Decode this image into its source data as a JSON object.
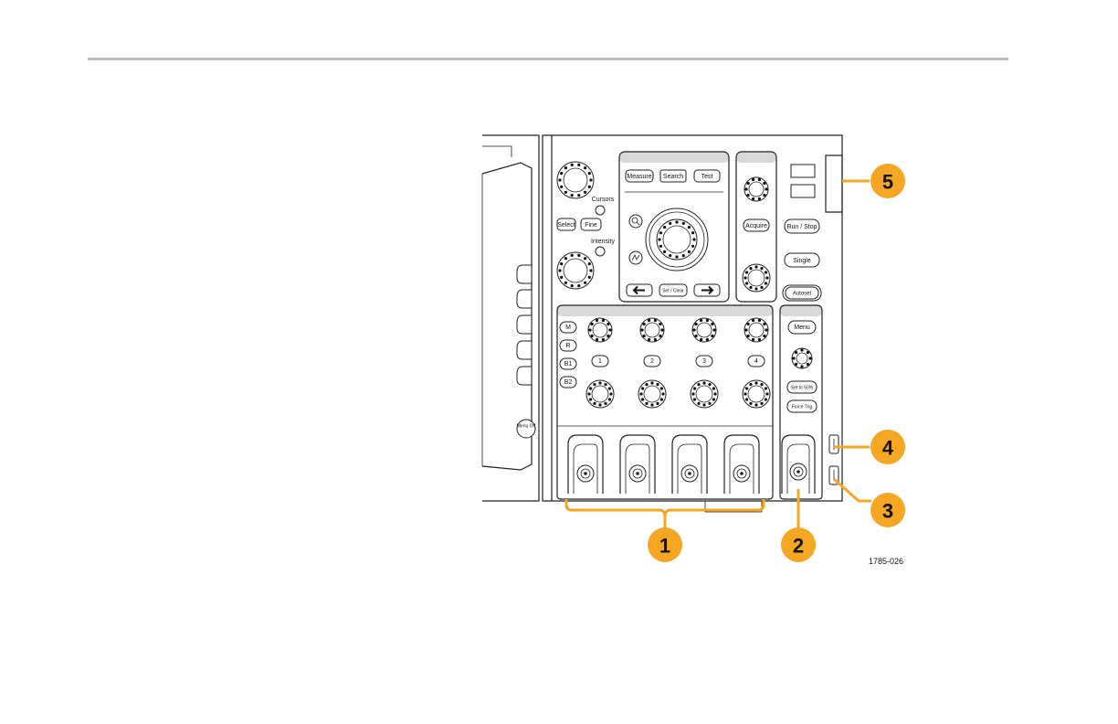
{
  "figure_id": "1785-026",
  "front_panel": {
    "cursors_label": "Cursors",
    "intensity_label": "Intensity",
    "select_button": "Select",
    "fine_button": "Fine",
    "measure_button": "Measure",
    "search_button": "Search",
    "test_button": "Test",
    "set_clear_button": "Set / Clear",
    "acquire_button": "Acquire",
    "run_stop_button": "Run / Stop",
    "single_button": "Single",
    "autoset_button": "Autoset",
    "menu_button": "Menu",
    "set_to_50_button": "Set to 50%",
    "force_trig_button": "Force Trig",
    "menu_off_button": "Menu Off",
    "math_ref_bus_buttons": [
      "M",
      "R",
      "B1",
      "B2"
    ],
    "channel_buttons": [
      "1",
      "2",
      "3",
      "4"
    ]
  },
  "callouts": [
    "1",
    "2",
    "3",
    "4",
    "5"
  ],
  "colors": {
    "callout": "#f5a623",
    "line": "#222222",
    "panel_tint": "#d9d9d9"
  }
}
